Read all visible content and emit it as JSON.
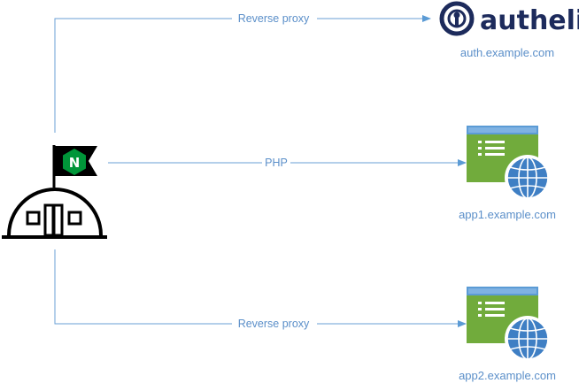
{
  "edges": [
    {
      "id": "to-auth",
      "label": "Reverse proxy"
    },
    {
      "id": "to-app1",
      "label": "PHP"
    },
    {
      "id": "to-app2",
      "label": "Reverse proxy"
    }
  ],
  "nodes": {
    "proxy": {
      "icon": "nginx-bunker-icon",
      "flag_letter": "N"
    },
    "auth": {
      "icon": "authelia-logo-icon",
      "brand": "authelia",
      "label": "auth.example.com"
    },
    "app1": {
      "icon": "web-app-globe-icon",
      "label": "app1.example.com"
    },
    "app2": {
      "icon": "web-app-globe-icon",
      "label": "app2.example.com"
    }
  },
  "colors": {
    "line": "#6a9fd5",
    "label": "#5b8fc9",
    "app_green": "#71ab3c",
    "app_bar": "#5b9bd5",
    "globe": "#3f7fc4",
    "nginx_green": "#009639",
    "authelia_navy": "#1d2b5c"
  }
}
